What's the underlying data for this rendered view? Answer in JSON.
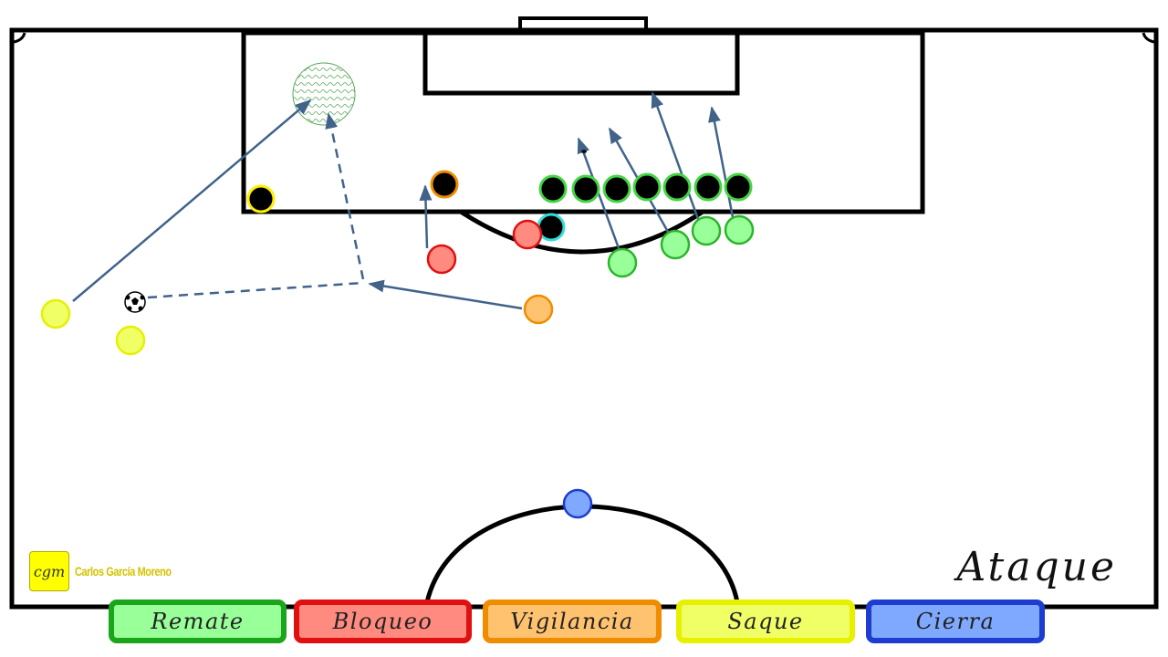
{
  "title": "Ataque",
  "brand": {
    "initials": "cgm",
    "name": "Carlos García Moreno"
  },
  "legend": [
    {
      "label": "Remate",
      "fill": "#99ff99",
      "border": "#1aa51a"
    },
    {
      "label": "Bloqueo",
      "fill": "#ff8a80",
      "border": "#e01010"
    },
    {
      "label": "Vigilancia",
      "fill": "#ffc370",
      "border": "#f08c00"
    },
    {
      "label": "Saque",
      "fill": "#f0ff66",
      "border": "#e6f000"
    },
    {
      "label": "Cierra",
      "fill": "#7fa8ff",
      "border": "#1e3cd0"
    }
  ],
  "colors": {
    "line": "#000000",
    "arrow": "#41638a",
    "opponent": "#000000",
    "target_zone": "#5ca85c"
  },
  "icons": {
    "ball": "soccer-ball-icon",
    "target": "target-zone-icon"
  }
}
